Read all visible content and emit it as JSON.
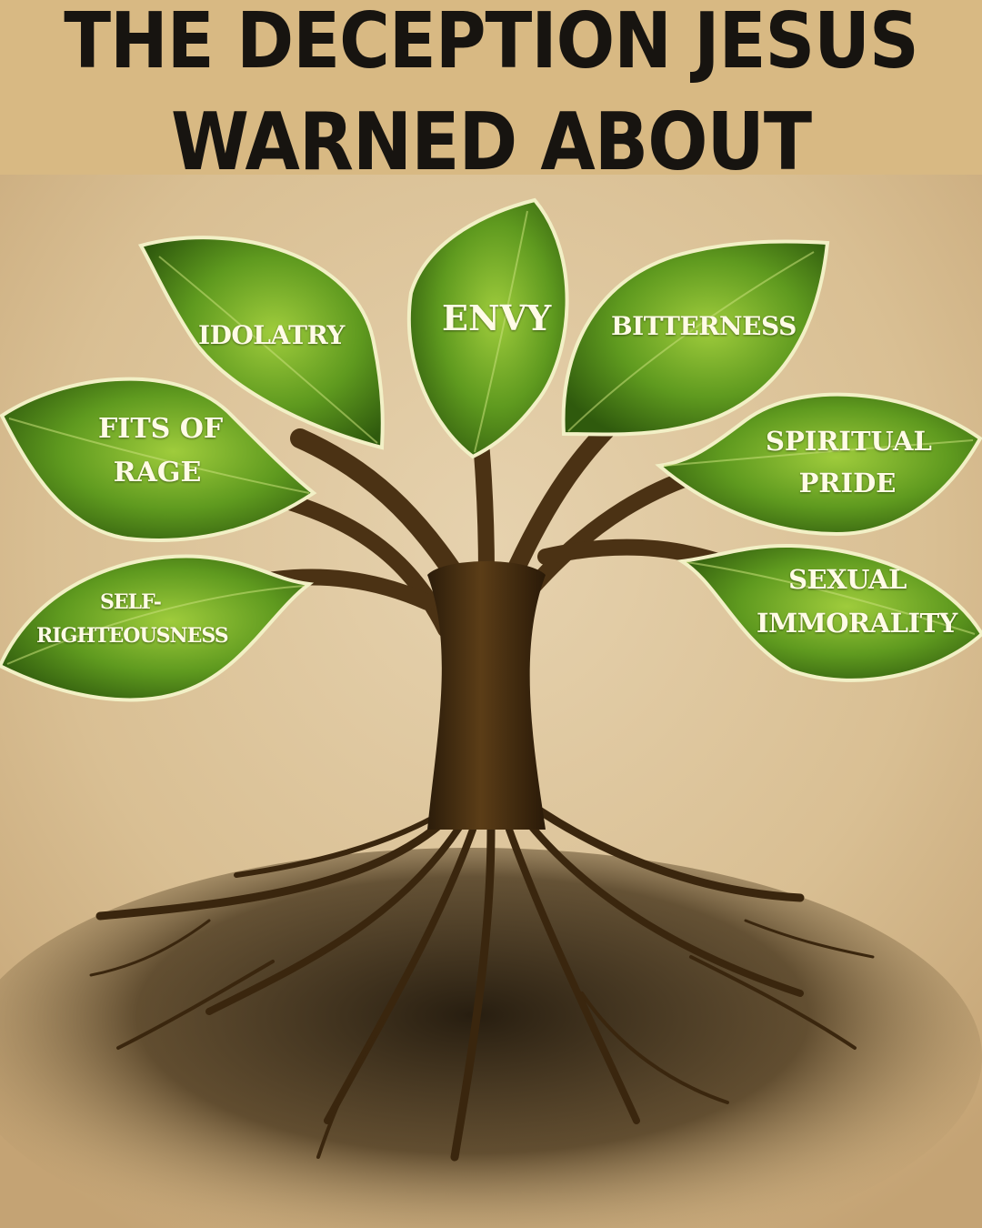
{
  "header": {
    "title_line_1": "THE DECEPTION JESUS",
    "title_line_2": "WARNED ABOUT"
  },
  "leaves": {
    "idolatry": "IDOLATRY",
    "envy": "ENVY",
    "bitterness": "BITTERNESS",
    "fits_of_rage_1": "FITS OF",
    "fits_of_rage_2": "RAGE",
    "spiritual_pride_1": "SPIRITUAL",
    "spiritual_pride_2": "PRIDE",
    "self_righteousness_1": "SELF-",
    "self_righteousness_2": "RIGHTEOUSNESS",
    "sexual_immorality_1": "SEXUAL",
    "sexual_immorality_2": "IMMORALITY"
  },
  "colors": {
    "background_top": "#d8b983",
    "background_art": "#dcc49e",
    "leaf_green": "#5e9a1e",
    "leaf_edge": "#f2f0c6",
    "trunk_brown": "#4a3114",
    "title_text": "#171410"
  }
}
